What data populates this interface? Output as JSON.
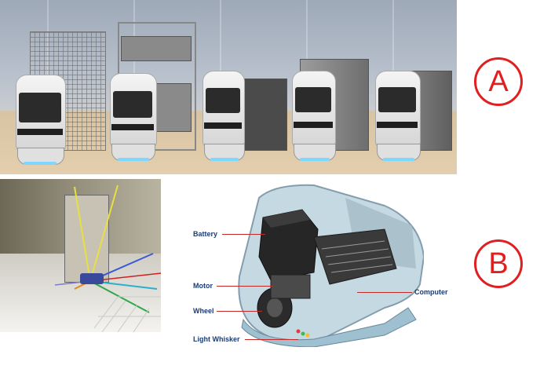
{
  "panel_labels": {
    "a": "A",
    "b": "B"
  },
  "diagram_labels": {
    "battery": "Battery",
    "motor": "Motor",
    "wheel": "Wheel",
    "light_whisker": "Light Whisker",
    "computer": "Computer"
  },
  "colors": {
    "label_circle": "#e02020",
    "callout_text": "#1a3c78",
    "leader_line": "#c62828"
  }
}
